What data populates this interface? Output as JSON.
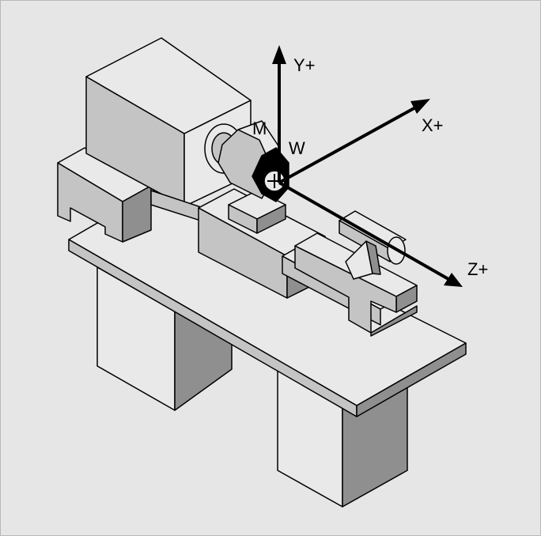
{
  "diagram": {
    "colors": {
      "background": "#e6e6e6",
      "light": "#e9e9e9",
      "medium": "#c4c4c4",
      "dark": "#8f8f8f",
      "line": "#000000"
    },
    "axes": {
      "y_label": "Y+",
      "x_label": "X+",
      "z_label": "Z+"
    },
    "points": {
      "machine_zero_label": "M",
      "workpiece_zero_label": "W"
    }
  }
}
